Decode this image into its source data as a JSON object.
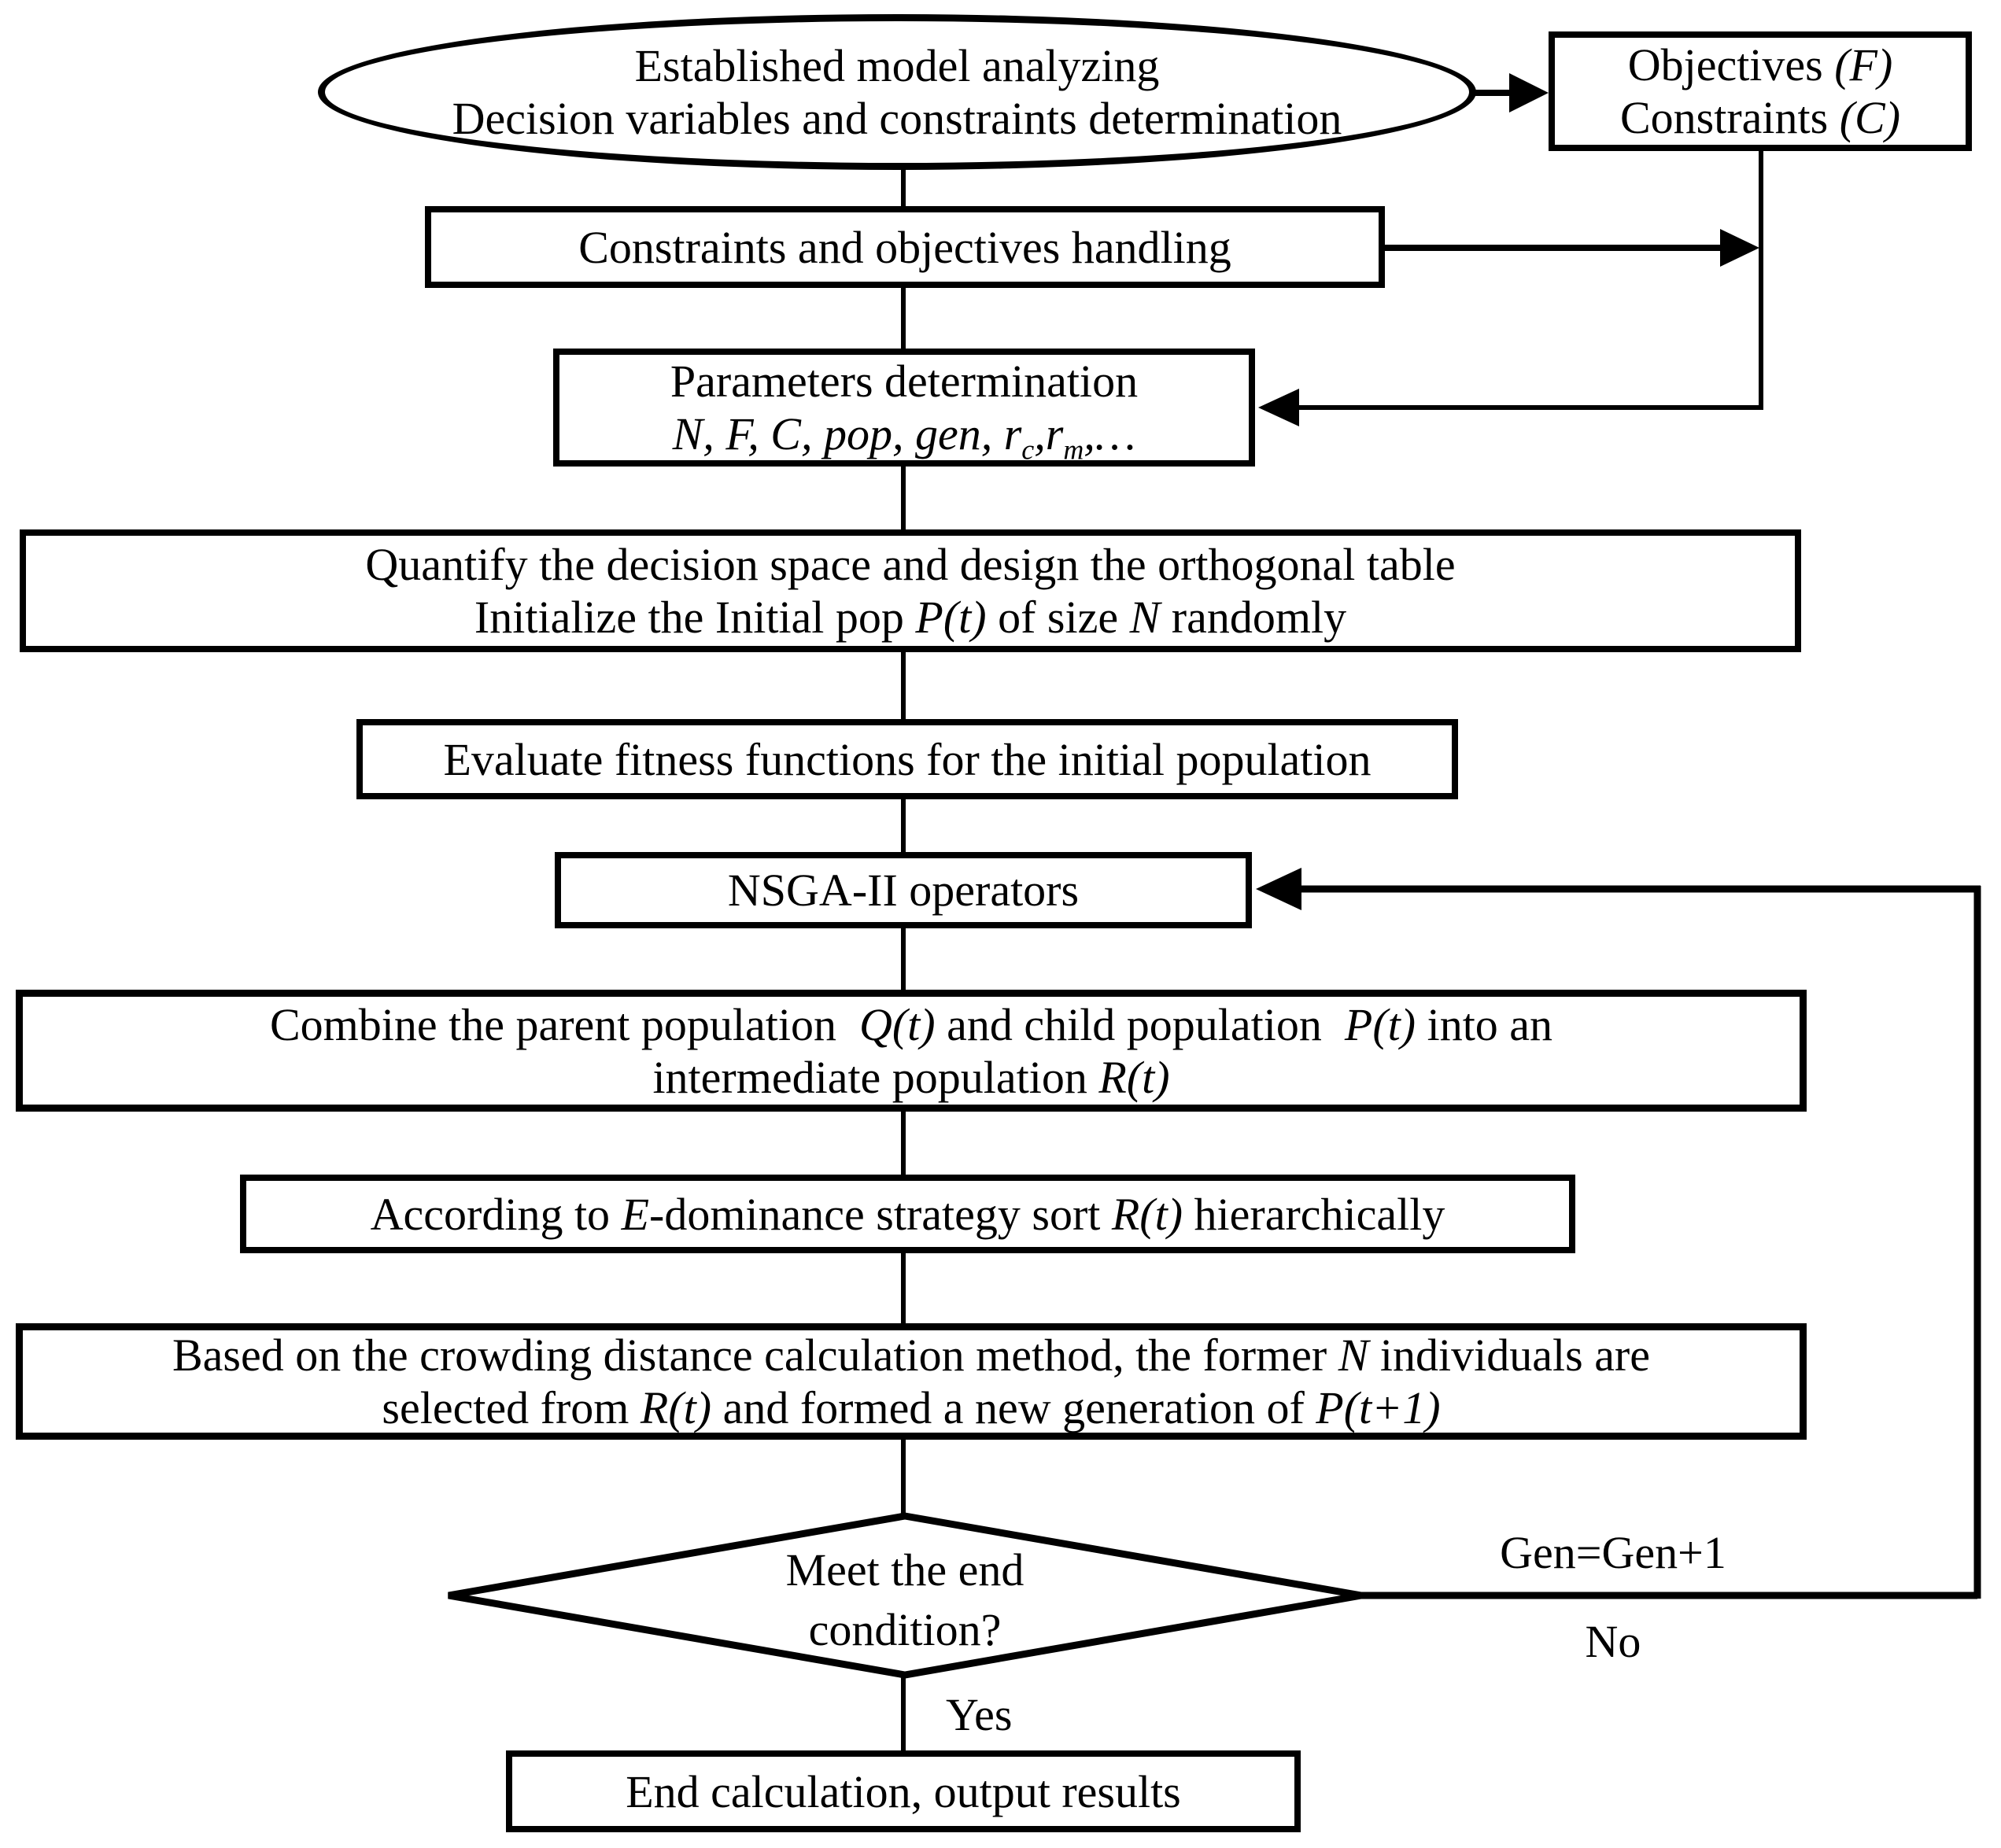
{
  "colors": {
    "ink": "#000000",
    "background": "#ffffff"
  },
  "nodes": {
    "start": {
      "line1": "Established model analyzing",
      "line2": "Decision variables and constraints determination"
    },
    "objectives": {
      "line1": [
        {
          "t": "Objectives "
        },
        {
          "t": "(F)",
          "i": true
        }
      ],
      "line2": [
        {
          "t": "Constraints "
        },
        {
          "t": "(C)",
          "i": true
        }
      ]
    },
    "constraints_handling": {
      "line1": "Constraints and objectives handling"
    },
    "parameters": {
      "line1": "Parameters determination",
      "line2": [
        {
          "t": "N, F, C, pop, gen, r",
          "i": true
        },
        {
          "t": "c",
          "i": true,
          "sub": true
        },
        {
          "t": ",",
          "i": true
        },
        {
          "t": "r",
          "i": true
        },
        {
          "t": "m",
          "i": true,
          "sub": true
        },
        {
          "t": ",…",
          "i": true
        }
      ]
    },
    "quantify": {
      "line1": "Quantify the decision space and design the orthogonal table",
      "line2": [
        {
          "t": "Initialize the Initial pop "
        },
        {
          "t": "P(t)",
          "i": true
        },
        {
          "t": " of size "
        },
        {
          "t": "N",
          "i": true
        },
        {
          "t": " randomly"
        }
      ]
    },
    "evaluate": {
      "line1": "Evaluate fitness functions for the initial population"
    },
    "nsga": {
      "line1": "NSGA-II operators"
    },
    "combine": {
      "line1": [
        {
          "t": "Combine the parent population  "
        },
        {
          "t": "Q(t)",
          "i": true
        },
        {
          "t": " and child population  "
        },
        {
          "t": "P(t)",
          "i": true
        },
        {
          "t": " into an"
        }
      ],
      "line2": [
        {
          "t": "intermediate population "
        },
        {
          "t": "R(t)",
          "i": true
        }
      ]
    },
    "edominance": {
      "line1": [
        {
          "t": "According to "
        },
        {
          "t": "E",
          "i": true
        },
        {
          "t": "-dominance strategy sort "
        },
        {
          "t": "R(t)",
          "i": true
        },
        {
          "t": " hierarchically"
        }
      ]
    },
    "crowding": {
      "line1": [
        {
          "t": "Based on the crowding distance calculation method, the former "
        },
        {
          "t": "N",
          "i": true
        },
        {
          "t": " individuals are"
        }
      ],
      "line2": [
        {
          "t": "selected from "
        },
        {
          "t": "R(t)",
          "i": true
        },
        {
          "t": " and formed a new generation of "
        },
        {
          "t": "P(t+1)",
          "i": true
        }
      ]
    },
    "decision": {
      "line1": "Meet the end",
      "line2": "condition?"
    },
    "end": {
      "line1": "End calculation, output results"
    }
  },
  "edge_labels": {
    "gen_increment": "Gen=Gen+1",
    "no": "No",
    "yes": "Yes"
  }
}
